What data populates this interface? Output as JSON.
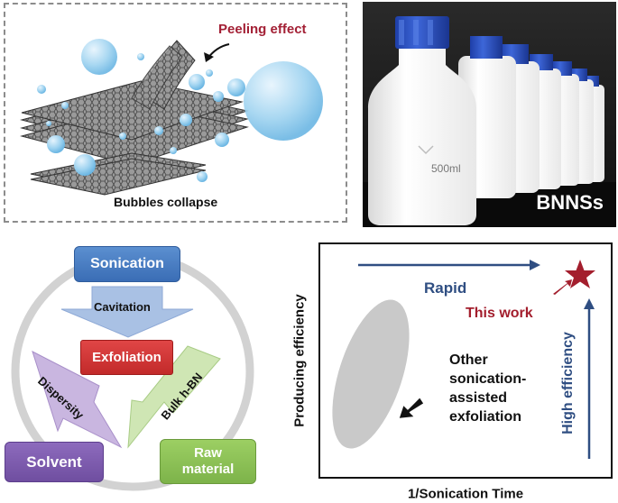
{
  "top_left": {
    "peeling_label": "Peeling effect",
    "bubbles_label": "Bubbles collapse"
  },
  "top_right": {
    "bottle_volume": "500ml",
    "label": "BNNSs"
  },
  "cycle": {
    "sonication": "Sonication",
    "cavitation": "Cavitation",
    "exfoliation": "Exfoliation",
    "dispersity": "Dispersity",
    "bulk": "Bulk h-BN",
    "solvent": "Solvent",
    "raw_line1": "Raw",
    "raw_line2": "material"
  },
  "chart": {
    "y_axis": "Producing efficiency",
    "x_axis": "1/Sonication Time",
    "rapid": "Rapid",
    "this_work": "This work",
    "other_lines": [
      "Other",
      "sonication-",
      "assisted",
      "exfoliation"
    ],
    "high_efficiency": "High efficiency"
  },
  "colors": {
    "sonication": "#3a6db5",
    "exfoliation": "#c22a2a",
    "solvent": "#6f4ea0",
    "raw_material": "#7db34a",
    "arrow_blue": "#2f4e82",
    "star_red": "#a31e2d",
    "peeling_text": "#a32035"
  }
}
